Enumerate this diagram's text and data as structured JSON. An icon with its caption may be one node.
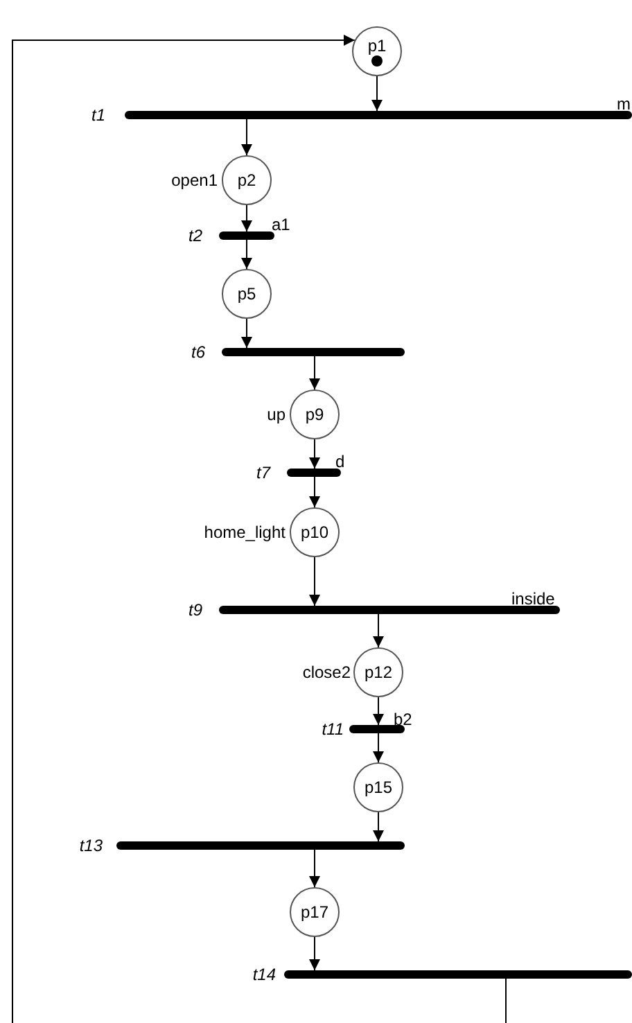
{
  "diagram": {
    "nodes": [
      {
        "text": [
          "p1"
        ]
      },
      {
        "text": [
          "t1"
        ],
        "beside": [
          "m"
        ]
      },
      {
        "text": [
          "p2"
        ],
        "beside": [
          "open1"
        ]
      },
      {
        "text": [
          "t2"
        ],
        "beside": [
          "a1"
        ]
      },
      {
        "text": [
          "p5"
        ]
      },
      {
        "text": [
          "t6"
        ]
      },
      {
        "text": [
          "p9"
        ],
        "beside": [
          "up"
        ]
      },
      {
        "text": [
          "t7"
        ],
        "beside": [
          "d"
        ]
      },
      {
        "text": [
          "p10"
        ],
        "beside": [
          "home_light"
        ]
      },
      {
        "text": [
          "t9"
        ],
        "beside": [
          "inside"
        ]
      },
      {
        "text": [
          "p12"
        ],
        "beside": [
          "close2"
        ]
      },
      {
        "text": [
          "t11"
        ],
        "beside": [
          "b2"
        ]
      },
      {
        "text": [
          "p15"
        ]
      },
      {
        "text": [
          "t13"
        ]
      },
      {
        "text": [
          "p17"
        ]
      },
      {
        "text": [
          "t14"
        ]
      }
    ],
    "edges": [
      {
        "from": null,
        "to": 0,
        "arrow": "to"
      },
      {
        "from": 0,
        "to": 1,
        "arrow": "to"
      },
      {
        "from": 1,
        "to": 2,
        "arrow": "to"
      },
      {
        "from": 2,
        "to": 3,
        "arrow": "to"
      },
      {
        "from": 3,
        "to": 4,
        "arrow": "to"
      },
      {
        "from": 4,
        "to": 5,
        "arrow": "to"
      },
      {
        "from": 5,
        "to": 6,
        "arrow": "to"
      },
      {
        "from": 6,
        "to": 7,
        "arrow": "to"
      },
      {
        "from": 7,
        "to": 8,
        "arrow": "to"
      },
      {
        "from": 8,
        "to": 9,
        "arrow": "to"
      },
      {
        "from": 9,
        "to": 10,
        "arrow": "to"
      },
      {
        "from": 10,
        "to": 11,
        "arrow": "to"
      },
      {
        "from": 11,
        "to": 12,
        "arrow": "to"
      },
      {
        "from": 12,
        "to": 13,
        "arrow": "to"
      },
      {
        "from": 13,
        "to": 14,
        "arrow": "to"
      },
      {
        "from": 14,
        "to": 15,
        "arrow": "to"
      },
      {
        "from": 15,
        "to": null,
        "arrow": "none"
      }
    ]
  }
}
